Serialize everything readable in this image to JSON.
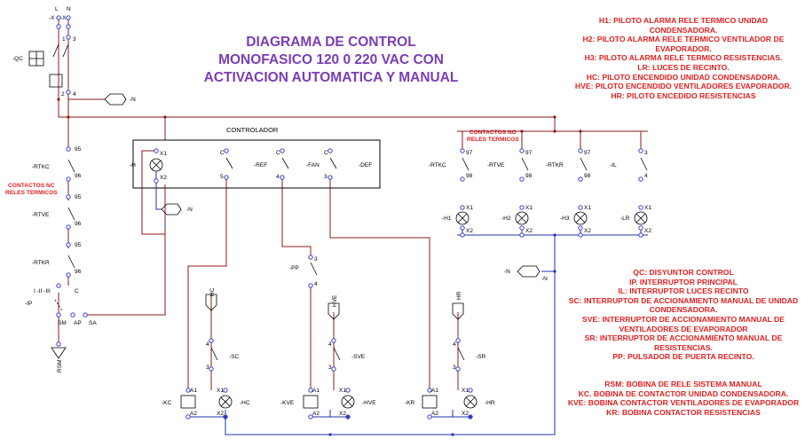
{
  "title": {
    "line1": "DIAGRAMA DE CONTROL",
    "line2": "MONOFASICO 120 0 220 VAC CON",
    "line3": "ACTIVACION AUTOMATICA Y MANUAL"
  },
  "legend_pilots": [
    "H1: PILOTO ALARMA RELE TERMICO UNIDAD",
    "CONDENSADORA.",
    "H2: PILOTO ALARMA RELE TERMICO VENTILADOR DE",
    "EVAPORADOR.",
    "H3: PILOTO ALARMA RELE TERMICO RESISTENCIAS.",
    "LR: LUCES DE RECINTO.",
    "HC: PILOTO ENCENDIDO UNIDAD CONDENSADORA.",
    "HVE: PILOTO ENCENDIDO VENTILADORES EVAPORADOR.",
    "HR: PILOTO ENCEDIDO RESISTENCIAS"
  ],
  "legend_switches": [
    "QC: DISYUNTOR CONTROL",
    "IP. INTERRUPTOR PRINCIPAL",
    "IL: INTERRUPTOR LUCES RECINTO",
    "SC: INTERRUPTOR DE ACCIONAMIENTO MANUAL DE UNIDAD",
    "CONDENSADORA.",
    "SVE: INTERRUPTOR DE ACCIONAMIENTO MANUAL DE",
    "VENTILADORES DE EVAPORADOR",
    "SR: INTERRUPTOR DE ACCIONAMIENTO MANUAL DE",
    "RESISTENCIAS.",
    "PP: PULSADOR DE PUERTA RECINTO."
  ],
  "legend_coils": [
    "RSM: BOBINA DE RELE SISTEMA MANUAL",
    "KC. BOBINA DE CONTACTOR UNIDAD CONDENSADORA.",
    "KVE: BOBINA CONTACTOR VENTILADORES DE EVAPORADOR",
    "KR: BOBINA CONTACTOR RESISTENCIAS"
  ],
  "notes": {
    "nc_contacts": [
      "CONTACTOS NC",
      "RELES TERMICOS"
    ],
    "no_contacts": [
      "CONTACTOS NO",
      "RELES TERMICOS"
    ]
  },
  "controller": {
    "title": "CONTROLADOR",
    "lamp_tag": "-H",
    "x1": "X1",
    "x2": "X2",
    "contacts": [
      {
        "tag": "-REF",
        "c": "C",
        "term": "5"
      },
      {
        "tag": "-FAN",
        "c": "C",
        "term": "4"
      },
      {
        "tag": "-DEF",
        "c": "C",
        "term": "3"
      }
    ]
  },
  "supply": {
    "l": "L",
    "n": "N",
    "xl": "-X",
    "xn": "-X",
    "t1": "1",
    "t2": "2",
    "t3": "3",
    "t4": "4",
    "qc": "-QC",
    "neutral": "-N"
  },
  "thermal_nc": [
    {
      "tag": "-RTKC",
      "t1": "95",
      "t2": "96"
    },
    {
      "tag": "-RTVE",
      "t1": "95",
      "t2": "96"
    },
    {
      "tag": "-RTKR",
      "t1": "95",
      "t2": "96"
    }
  ],
  "selector": {
    "tag": "-IP",
    "positions": "I -II -III",
    "c": "C",
    "sm": "SM",
    "ap": "AP",
    "sa": "SA",
    "ground_tag": "RSM"
  },
  "thermal_no": [
    {
      "tag": "-RTKC",
      "t1": "97",
      "t2": "98",
      "lamp": "-H1"
    },
    {
      "tag": "-RTVE",
      "t1": "97",
      "t2": "98",
      "lamp": "-H2"
    },
    {
      "tag": "-RTKR",
      "t1": "97",
      "t2": "98",
      "lamp": "-H3"
    },
    {
      "tag": "-IL",
      "t1": "3",
      "t2": "4",
      "lamp": "-LR"
    }
  ],
  "pp": {
    "tag": "-PP",
    "t1": "3",
    "t2": "4"
  },
  "manual_branches": [
    {
      "sw": "-SC",
      "coil": "-KC",
      "lamp": "-HC",
      "feed": "HC"
    },
    {
      "sw": "-SVE",
      "coil": "-KVE",
      "lamp": "-HVE",
      "feed": "HVE"
    },
    {
      "sw": "-SR",
      "coil": "-KR",
      "lamp": "-HR",
      "feed": "HR"
    }
  ],
  "terms": {
    "a1": "A1",
    "a2": "A2",
    "x1": "X1",
    "x2": "X2",
    "three": "3",
    "four": "4"
  },
  "colors": {
    "wire_red": "#8b1a1a",
    "wire_blue": "#2233aa",
    "terminal": "#2a2ad0",
    "title": "#7a3db8",
    "legend": "#e02020"
  }
}
